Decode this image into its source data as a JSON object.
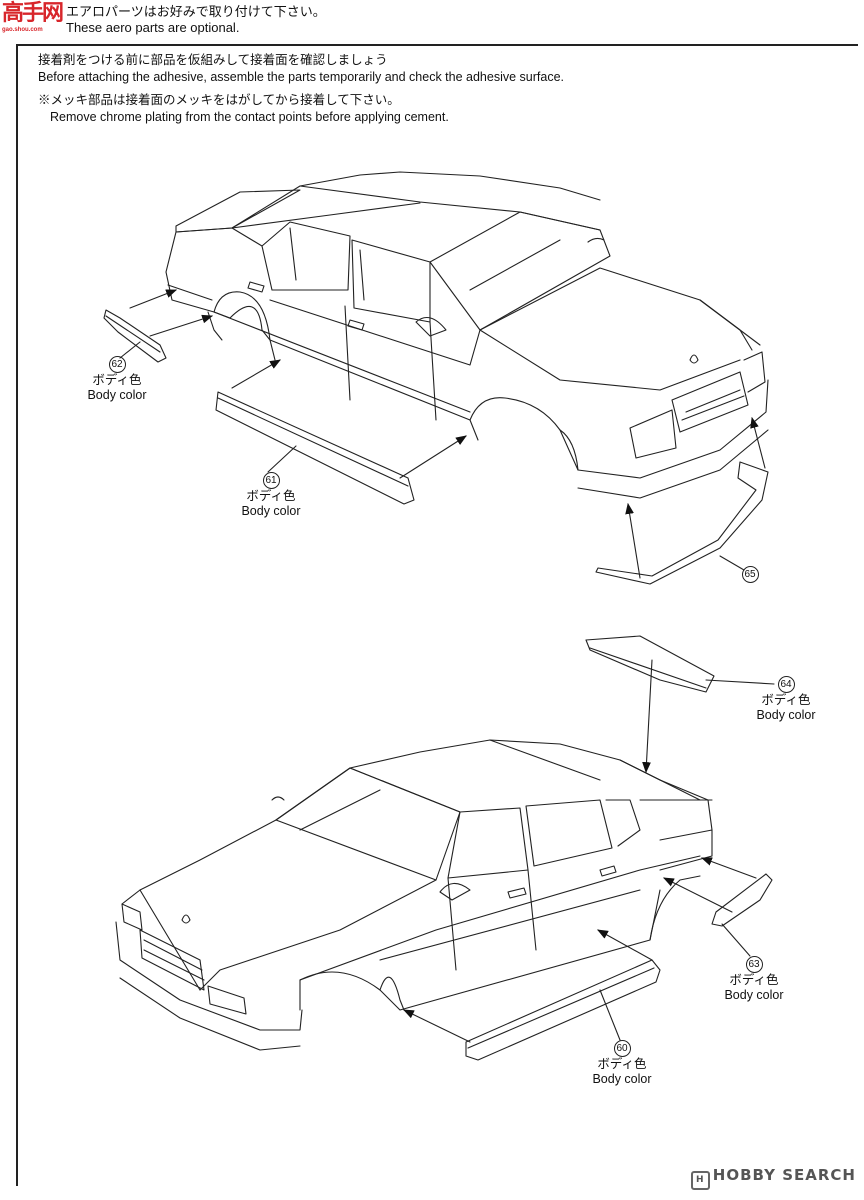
{
  "header": {
    "jp": "エアロパーツはお好みで取り付けて下さい。",
    "en": "These aero parts are optional."
  },
  "watermark": {
    "cn": "高手网",
    "url": "gao.shou.com"
  },
  "notes": {
    "adhesive_jp": "接着剤をつける前に部品を仮組みして接着面を確認しましょう",
    "adhesive_en": "Before attaching the adhesive, assemble the parts temporarily and check the adhesive surface.",
    "chrome_jp": "※メッキ部品は接着面のメッキをはがしてから接着して下さい。",
    "chrome_en": "Remove chrome plating from the contact points before applying cement."
  },
  "parts": [
    {
      "num": "62",
      "jp": "ボディ色",
      "en": "Body color"
    },
    {
      "num": "61",
      "jp": "ボディ色",
      "en": "Body color"
    },
    {
      "num": "65",
      "jp": "",
      "en": ""
    },
    {
      "num": "64",
      "jp": "ボディ色",
      "en": "Body color"
    },
    {
      "num": "63",
      "jp": "ボディ色",
      "en": "Body color"
    },
    {
      "num": "60",
      "jp": "ボディ色",
      "en": "Body color"
    }
  ],
  "footer": {
    "brand": "HOBBY SEARCH",
    "icon": "hobby-search-logo-icon"
  }
}
